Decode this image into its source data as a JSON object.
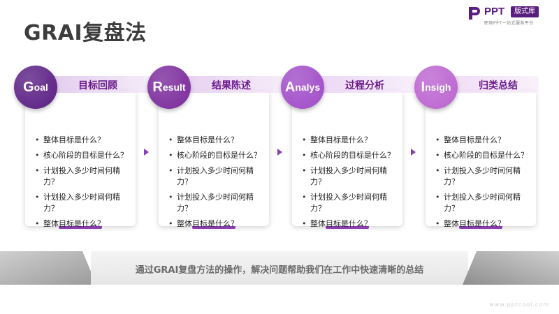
{
  "page": {
    "title": "GRAI复盘法"
  },
  "logo": {
    "brand": "PPT",
    "badge": "版式库",
    "tagline": "职场PPT一站式服务平台"
  },
  "cards": [
    {
      "letter": "G",
      "rest": "oal",
      "label": "目标回顾",
      "circle_color": "#5a1f84",
      "band_color": "#e4cdef",
      "items": [
        "整体目标是什么？",
        "核心阶段的目标是什么？",
        "计划投入多少时间何精力？",
        "计划投入多少时间何精力？",
        "整体目标是什么？"
      ]
    },
    {
      "letter": "R",
      "rest": "esult",
      "label": "结果陈述",
      "circle_color": "#7b2b9c",
      "band_color": "#e8d0f1",
      "items": [
        "整体目标是什么？",
        "核心阶段的目标是什么？",
        "计划投入多少时间何精力？",
        "计划投入多少时间何精力？",
        "整体目标是什么？"
      ]
    },
    {
      "letter": "A",
      "rest": "nalys",
      "label": "过程分析",
      "circle_color": "#a04cc8",
      "band_color": "#ecd7f5",
      "items": [
        "整体目标是什么？",
        "核心阶段的目标是什么？",
        "计划投入多少时间何精力？",
        "计划投入多少时间何精力？",
        "整体目标是什么？"
      ]
    },
    {
      "letter": "I",
      "rest": "nsigh",
      "label": "归类总结",
      "circle_color": "#bb64d0",
      "band_color": "#f0dcf6",
      "items": [
        "整体目标是什么？",
        "核心阶段的目标是什么？",
        "计划投入多少时间何精力？",
        "计划投入多少时间何精力？",
        "整体目标是什么？"
      ]
    }
  ],
  "banner": {
    "text": "通过GRAI复盘方法的操作，解决问题帮助我们在工作中快速清晰的总结"
  },
  "footer": {
    "site": "www.pptcool.com"
  }
}
